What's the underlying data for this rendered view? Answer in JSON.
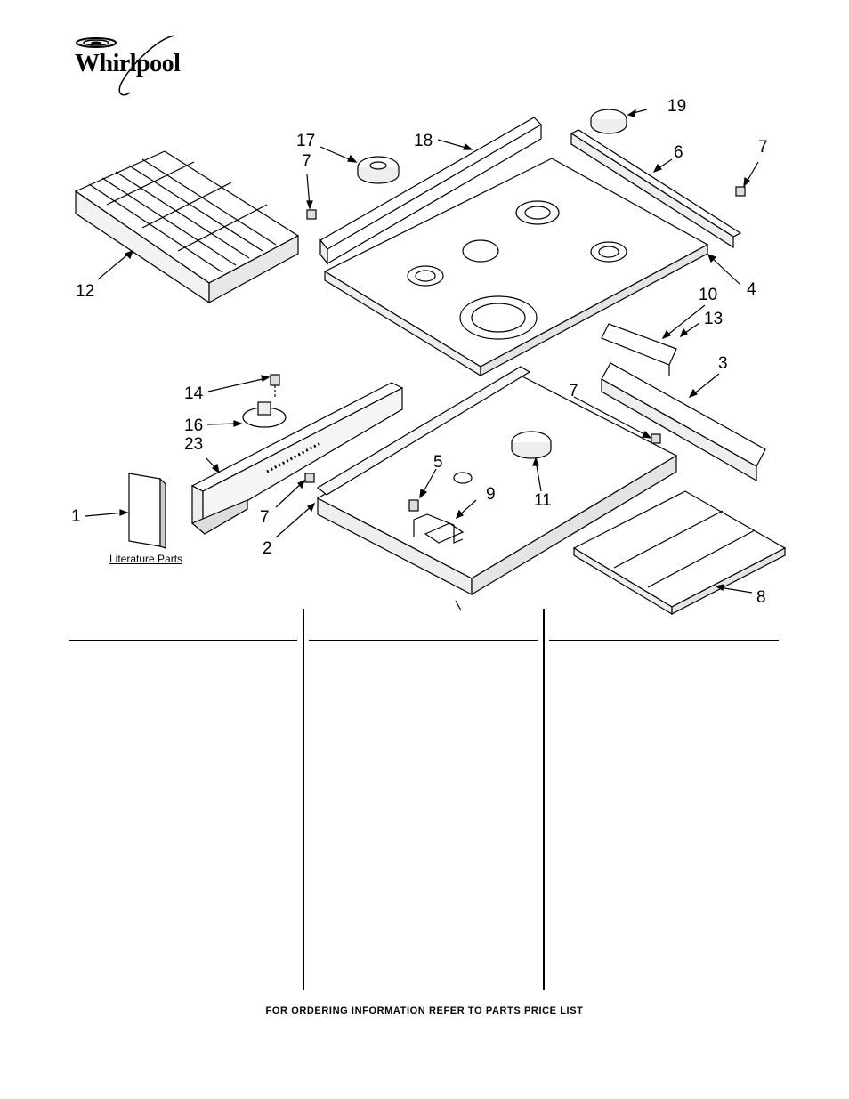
{
  "brand": {
    "logo_text": "Whirlpool"
  },
  "diagram": {
    "callouts": [
      {
        "id": "c19",
        "text": "19"
      },
      {
        "id": "c17",
        "text": "17"
      },
      {
        "id": "c18",
        "text": "18"
      },
      {
        "id": "c7a",
        "text": "7"
      },
      {
        "id": "c6",
        "text": "6"
      },
      {
        "id": "c7b",
        "text": "7"
      },
      {
        "id": "c12",
        "text": "12"
      },
      {
        "id": "c4",
        "text": "4"
      },
      {
        "id": "c10",
        "text": "10"
      },
      {
        "id": "c13",
        "text": "13"
      },
      {
        "id": "c3",
        "text": "3"
      },
      {
        "id": "c14",
        "text": "14"
      },
      {
        "id": "c16",
        "text": "16"
      },
      {
        "id": "c23",
        "text": "23"
      },
      {
        "id": "c7c",
        "text": "7"
      },
      {
        "id": "c5",
        "text": "5"
      },
      {
        "id": "c9",
        "text": "9"
      },
      {
        "id": "c11",
        "text": "11"
      },
      {
        "id": "c1",
        "text": "1"
      },
      {
        "id": "c7d",
        "text": "7"
      },
      {
        "id": "c2",
        "text": "2"
      },
      {
        "id": "c8",
        "text": "8"
      }
    ],
    "literature_label": "Literature Parts"
  },
  "footer": {
    "text": "FOR ORDERING INFORMATION REFER TO PARTS PRICE LIST"
  }
}
